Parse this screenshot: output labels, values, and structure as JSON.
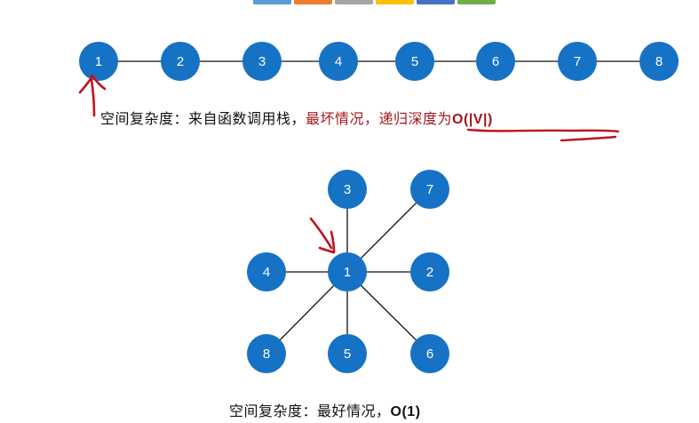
{
  "colors": {
    "node_fill": "#1672c4",
    "edge": "#111111",
    "annotation": "#c1121f",
    "emphasis_text": "#a3171b"
  },
  "swatches": [
    "#5b9bd5",
    "#ed7d31",
    "#a5a5a5",
    "#ffc000",
    "#4472c4",
    "#70ad47"
  ],
  "top_caption": {
    "prefix": "空间复杂度：来自函数调用栈，",
    "worst": "最坏情况，",
    "depth": "递归深度为",
    "bound": "O(|V|)"
  },
  "bottom_caption": {
    "prefix": "空间复杂度：最好情况，",
    "bound": "O(1)"
  },
  "chain_nodes": [
    "1",
    "2",
    "3",
    "4",
    "5",
    "6",
    "7",
    "8"
  ],
  "star_center": "1",
  "star_leaves": [
    "3",
    "7",
    "2",
    "6",
    "5",
    "8",
    "4"
  ]
}
